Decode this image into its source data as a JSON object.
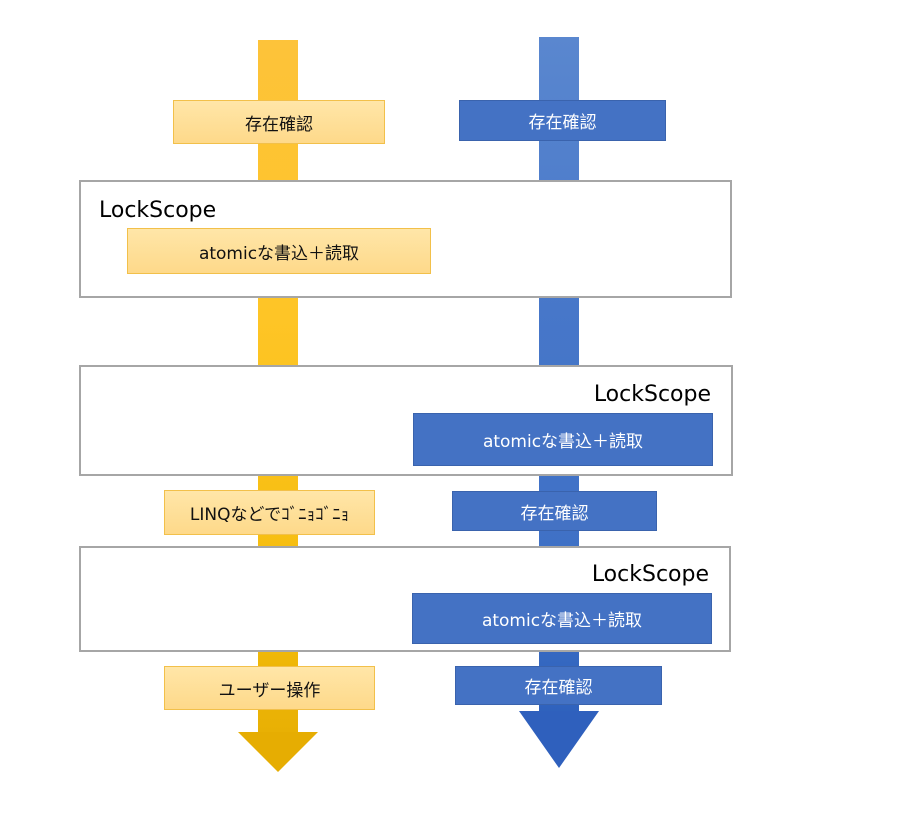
{
  "colors": {
    "left_flow": "#fec526",
    "right_flow": "#4472c4",
    "frame_border": "#a6a6a6"
  },
  "left_column": {
    "step1": "存在確認",
    "step2": "LINQなどでｺﾞﾆｮｺﾞﾆｮ",
    "step3": "ユーザー操作"
  },
  "right_column": {
    "step1": "存在確認",
    "step2": "存在確認",
    "step3": "存在確認"
  },
  "lock_scopes": [
    {
      "label": "LockScope",
      "operation": "atomicな書込＋読取"
    },
    {
      "label": "LockScope",
      "operation": "atomicな書込＋読取"
    },
    {
      "label": "LockScope",
      "operation": "atomicな書込＋読取"
    }
  ]
}
